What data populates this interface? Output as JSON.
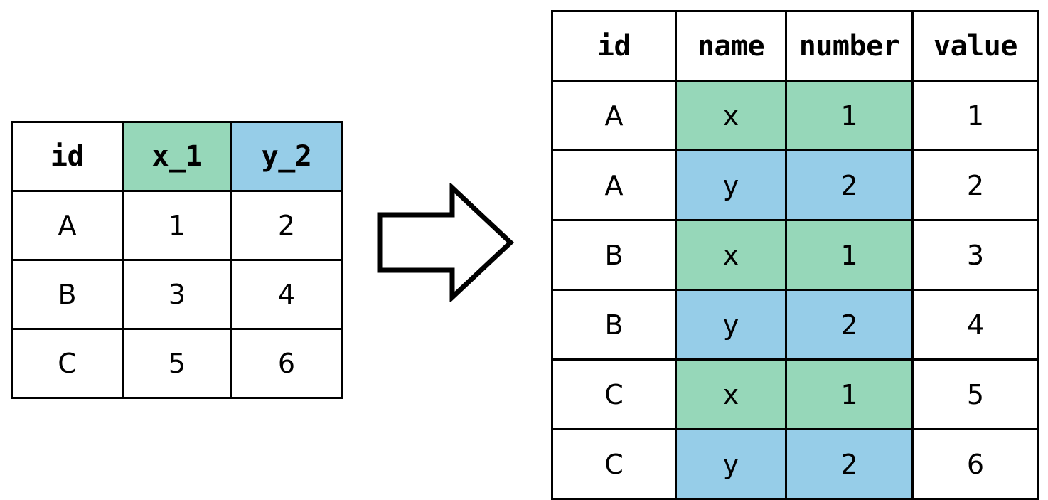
{
  "diagram": {
    "title": "pivot-longer-transformation",
    "colors": {
      "green": "#96d7b9",
      "blue": "#96cde8",
      "border": "#000000",
      "background": "#ffffff"
    },
    "arrow": {
      "icon": "right-arrow-icon",
      "direction": "right"
    }
  },
  "wide_table": {
    "name": "wide-table",
    "headers": [
      {
        "text": "id",
        "fill": "none"
      },
      {
        "text": "x_1",
        "fill": "green"
      },
      {
        "text": "y_2",
        "fill": "blue"
      }
    ],
    "rows": [
      [
        {
          "text": "A",
          "fill": "none"
        },
        {
          "text": "1",
          "fill": "none"
        },
        {
          "text": "2",
          "fill": "none"
        }
      ],
      [
        {
          "text": "B",
          "fill": "none"
        },
        {
          "text": "3",
          "fill": "none"
        },
        {
          "text": "4",
          "fill": "none"
        }
      ],
      [
        {
          "text": "C",
          "fill": "none"
        },
        {
          "text": "5",
          "fill": "none"
        },
        {
          "text": "6",
          "fill": "none"
        }
      ]
    ]
  },
  "long_table": {
    "name": "long-table",
    "headers": [
      {
        "text": "id",
        "fill": "none"
      },
      {
        "text": "name",
        "fill": "none"
      },
      {
        "text": "number",
        "fill": "none"
      },
      {
        "text": "value",
        "fill": "none"
      }
    ],
    "rows": [
      [
        {
          "text": "A",
          "fill": "none"
        },
        {
          "text": "x",
          "fill": "green"
        },
        {
          "text": "1",
          "fill": "green"
        },
        {
          "text": "1",
          "fill": "none"
        }
      ],
      [
        {
          "text": "A",
          "fill": "none"
        },
        {
          "text": "y",
          "fill": "blue"
        },
        {
          "text": "2",
          "fill": "blue"
        },
        {
          "text": "2",
          "fill": "none"
        }
      ],
      [
        {
          "text": "B",
          "fill": "none"
        },
        {
          "text": "x",
          "fill": "green"
        },
        {
          "text": "1",
          "fill": "green"
        },
        {
          "text": "3",
          "fill": "none"
        }
      ],
      [
        {
          "text": "B",
          "fill": "none"
        },
        {
          "text": "y",
          "fill": "blue"
        },
        {
          "text": "2",
          "fill": "blue"
        },
        {
          "text": "4",
          "fill": "none"
        }
      ],
      [
        {
          "text": "C",
          "fill": "none"
        },
        {
          "text": "x",
          "fill": "green"
        },
        {
          "text": "1",
          "fill": "green"
        },
        {
          "text": "5",
          "fill": "none"
        }
      ],
      [
        {
          "text": "C",
          "fill": "none"
        },
        {
          "text": "y",
          "fill": "blue"
        },
        {
          "text": "2",
          "fill": "blue"
        },
        {
          "text": "6",
          "fill": "none"
        }
      ]
    ]
  }
}
